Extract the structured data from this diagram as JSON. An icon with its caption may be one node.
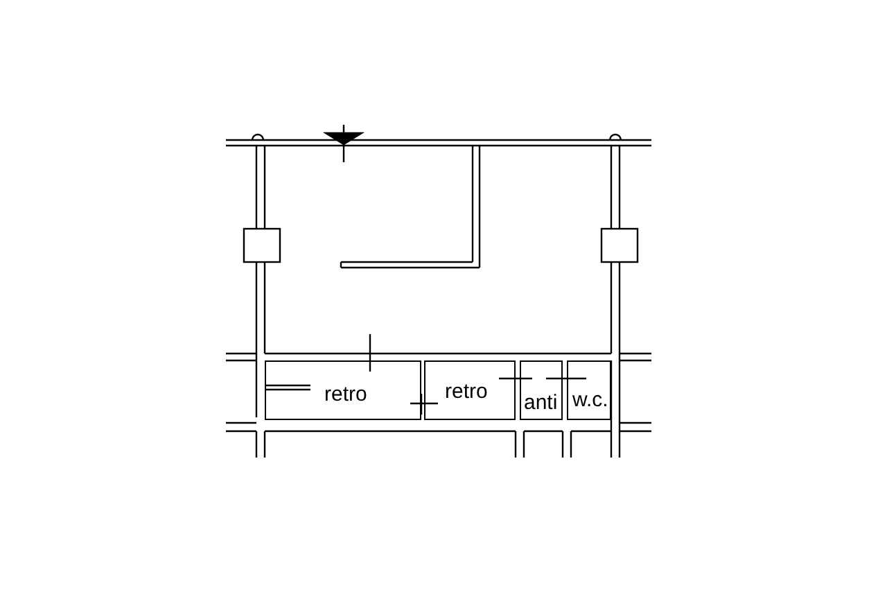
{
  "diagram": {
    "nodes": [
      {
        "text": [
          "retro"
        ]
      },
      {
        "text": [
          "retro"
        ]
      },
      {
        "text": [
          "anti"
        ]
      },
      {
        "text": [
          "w.c."
        ]
      }
    ]
  }
}
